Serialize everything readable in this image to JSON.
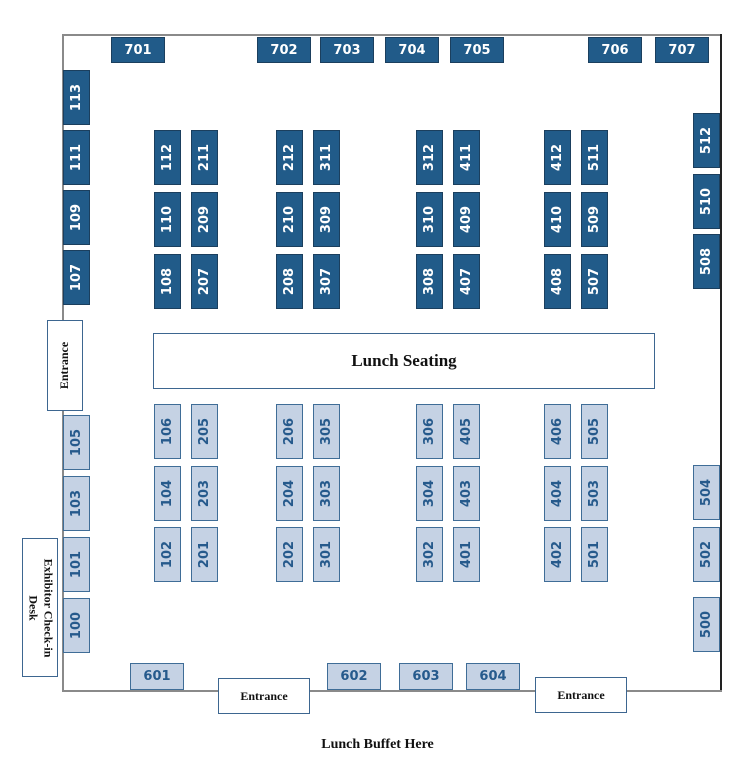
{
  "title": "Exhibit Hall Floor Plan",
  "colors": {
    "premium_booth_fill": "#215b89",
    "standard_booth_fill": "#c5d2e4",
    "standard_booth_text": "#265a8c",
    "outline": "#3d6690",
    "wall": "#8a8a8a"
  },
  "labels": {
    "lunch_seating": "Lunch Seating",
    "entrance_left": "Entrance",
    "entrance_bottom_left": "Entrance",
    "entrance_bottom_right": "Entrance",
    "checkin_line1": "Exhibitor Check-in",
    "checkin_line2": "Desk",
    "buffet": "Lunch Buffet Here"
  },
  "booths": {
    "top_wall": [
      "701",
      "702",
      "703",
      "704",
      "705",
      "706",
      "707"
    ],
    "left_wall_premium": [
      "113",
      "111",
      "109",
      "107"
    ],
    "left_wall_standard": [
      "105",
      "103",
      "101",
      "100"
    ],
    "right_wall_premium": [
      "512",
      "510",
      "508"
    ],
    "right_wall_standard": [
      "504",
      "502",
      "500"
    ],
    "bottom_wall": [
      "601",
      "602",
      "603",
      "604"
    ],
    "upper_islands": [
      [
        "112",
        "211",
        "212",
        "311",
        "312",
        "411",
        "412",
        "511"
      ],
      [
        "110",
        "209",
        "210",
        "309",
        "310",
        "409",
        "410",
        "509"
      ],
      [
        "108",
        "207",
        "208",
        "307",
        "308",
        "407",
        "408",
        "507"
      ]
    ],
    "lower_islands": [
      [
        "106",
        "205",
        "206",
        "305",
        "306",
        "405",
        "406",
        "505"
      ],
      [
        "104",
        "203",
        "204",
        "303",
        "304",
        "403",
        "404",
        "503"
      ],
      [
        "102",
        "201",
        "202",
        "301",
        "302",
        "401",
        "402",
        "501"
      ]
    ]
  }
}
